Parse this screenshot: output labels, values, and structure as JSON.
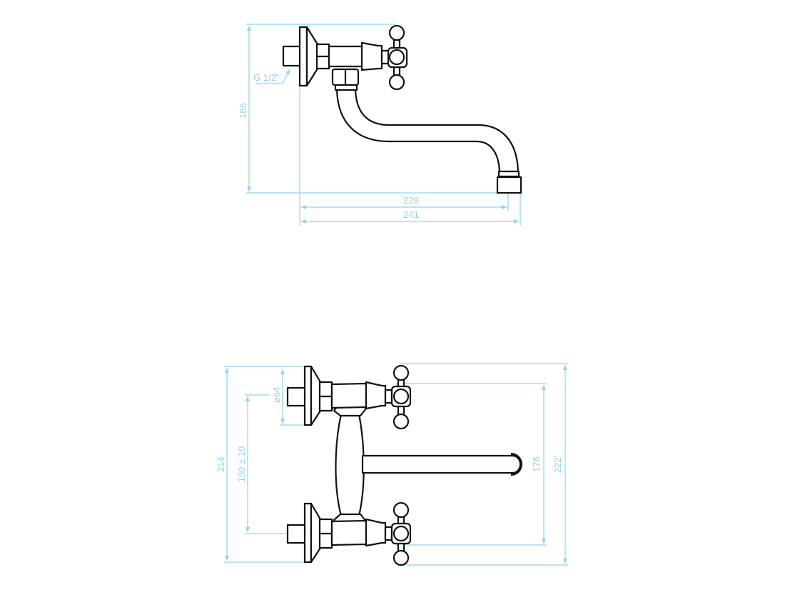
{
  "side_view": {
    "thread_label": "G 1/2\"",
    "height_label": "186",
    "reach_inner_label": "229",
    "reach_outer_label": "241"
  },
  "front_view": {
    "overall_height_label": "214",
    "center_distance_label": "150 ± 10",
    "flange_diameter_label": "ø64",
    "handle_span_label": "176",
    "total_height_label": "222'"
  },
  "colors": {
    "dimension": "#8fd3f0",
    "outline": "#111111"
  }
}
